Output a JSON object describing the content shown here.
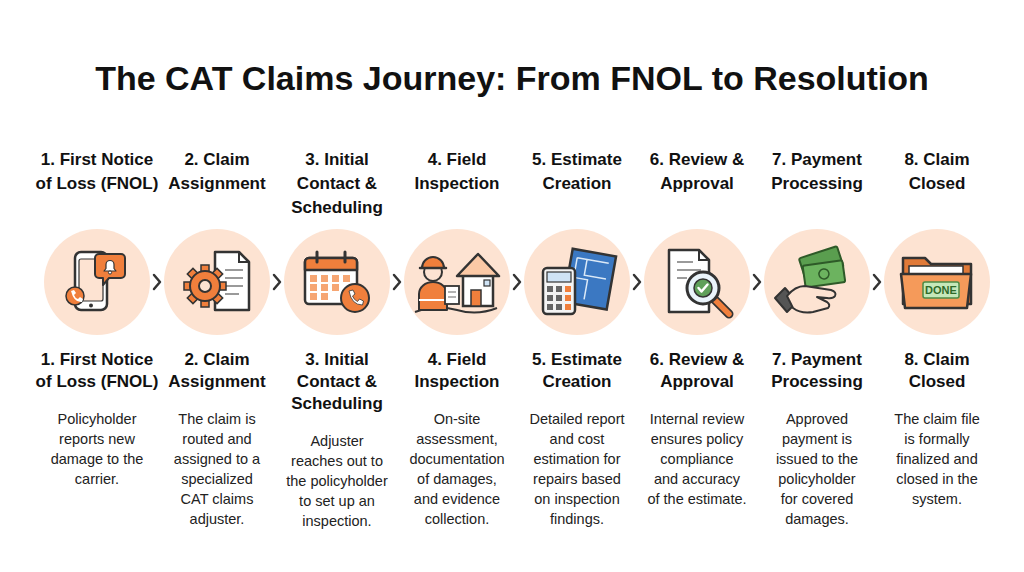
{
  "diagram": {
    "title": "The CAT Claims Journey: From FNOL to Resolution",
    "nodes": [
      {
        "text": [
          "1. First Notice of Loss (FNOL)",
          "1. First Notice of Loss (FNOL)",
          "Policyholder reports new damage to the carrier."
        ]
      },
      {
        "text": [
          "2. Claim Assignment",
          "2. Claim Assignment",
          "The claim is routed and assigned to a specialized CAT claims adjuster."
        ]
      },
      {
        "text": [
          "3. Initial Contact & Scheduling",
          "3. Initial Contact & Scheduling",
          "Adjuster reaches out to the policyholder to set up an inspection."
        ]
      },
      {
        "text": [
          "4. Field Inspection",
          "4. Field Inspection",
          "On-site assessment, documentation of damages, and evidence collection."
        ]
      },
      {
        "text": [
          "5. Estimate Creation",
          "5. Estimate Creation",
          "Detailed report and cost estimation for repairs based on inspection findings."
        ]
      },
      {
        "text": [
          "6. Review & Approval",
          "6. Review & Approval",
          "Internal review ensures policy compliance and accuracy of the estimate."
        ]
      },
      {
        "text": [
          "7. Payment Processing",
          "7. Payment Processing",
          "Approved payment is issued to the policyholder for covered damages."
        ]
      },
      {
        "text": [
          "8. Claim Closed",
          "8. Claim Closed",
          "The claim file is formally finalized and closed in the system."
        ]
      }
    ],
    "edges": [
      {
        "from": 0,
        "to": 1,
        "arrow": "to"
      },
      {
        "from": 1,
        "to": 2,
        "arrow": "to"
      },
      {
        "from": 2,
        "to": 3,
        "arrow": "to"
      },
      {
        "from": 3,
        "to": 4,
        "arrow": "to"
      },
      {
        "from": 4,
        "to": 5,
        "arrow": "to"
      },
      {
        "from": 5,
        "to": 6,
        "arrow": "to"
      },
      {
        "from": 6,
        "to": 7,
        "arrow": "to"
      }
    ],
    "labels": [
      "DONE"
    ]
  }
}
